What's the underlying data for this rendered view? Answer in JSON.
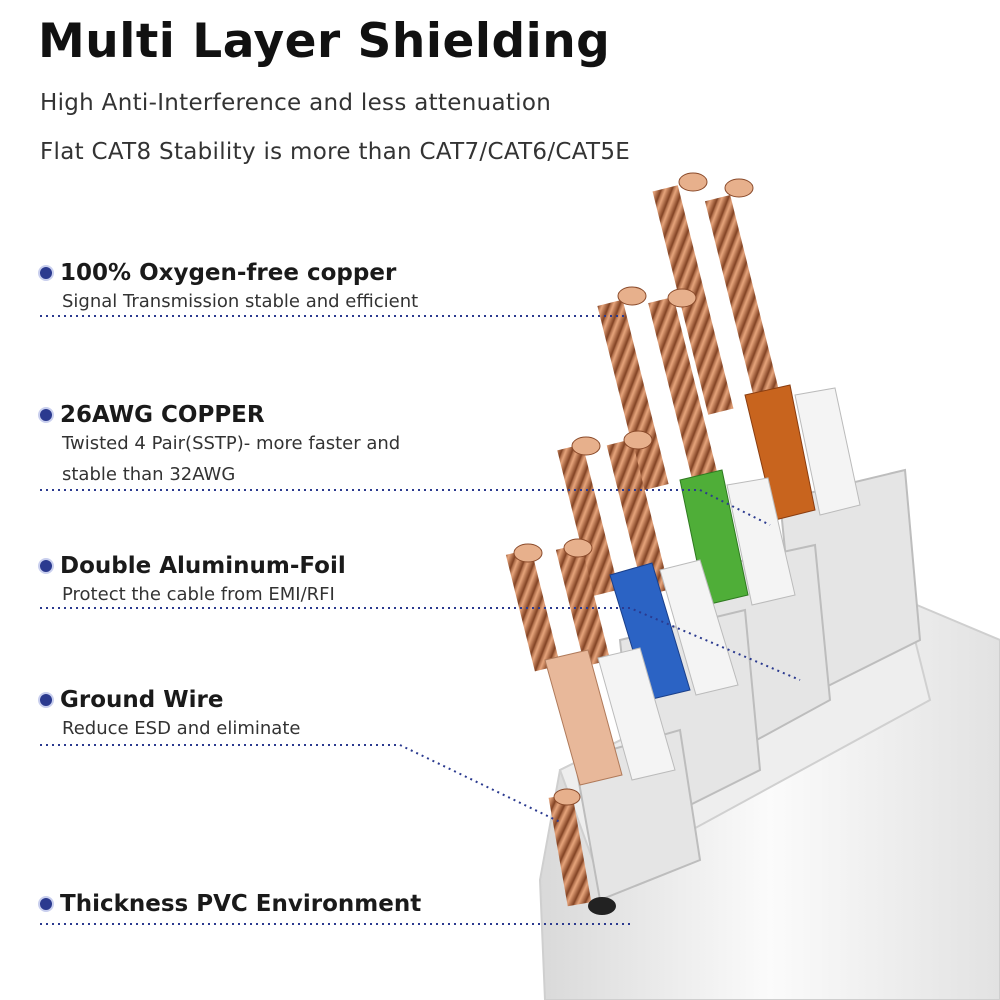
{
  "header": {
    "title": "Multi Layer Shielding",
    "subtitle_1": "High Anti-Interference and less attenuation",
    "subtitle_2": "Flat CAT8 Stability is more than CAT7/CAT6/CAT5E"
  },
  "features": [
    {
      "name": "100% Oxygen-free copper",
      "description": "Signal Transmission stable and efficient"
    },
    {
      "name": "26AWG COPPER",
      "description_line1": "Twisted 4 Pair(SSTP)- more faster and",
      "description_line2": "stable than 32AWG"
    },
    {
      "name": "Double Aluminum-Foil",
      "description": "Protect the cable from EMI/RFI"
    },
    {
      "name": "Ground Wire",
      "description": "Reduce ESD and eliminate"
    },
    {
      "name": "Thickness PVC Environment"
    }
  ],
  "colors": {
    "bullet": "#2b3a8f",
    "leader_line": "#2b3a8f",
    "copper": "#c8794f",
    "wire_orange": "#c8641e",
    "wire_green": "#4fae38",
    "wire_blue": "#2b63c4",
    "wire_peach": "#e8b89a",
    "jacket": "#f2f2f2"
  },
  "icons": {
    "bullet": "bullet-dot-icon",
    "illustration": "flat-ethernet-cable-cross-section"
  }
}
